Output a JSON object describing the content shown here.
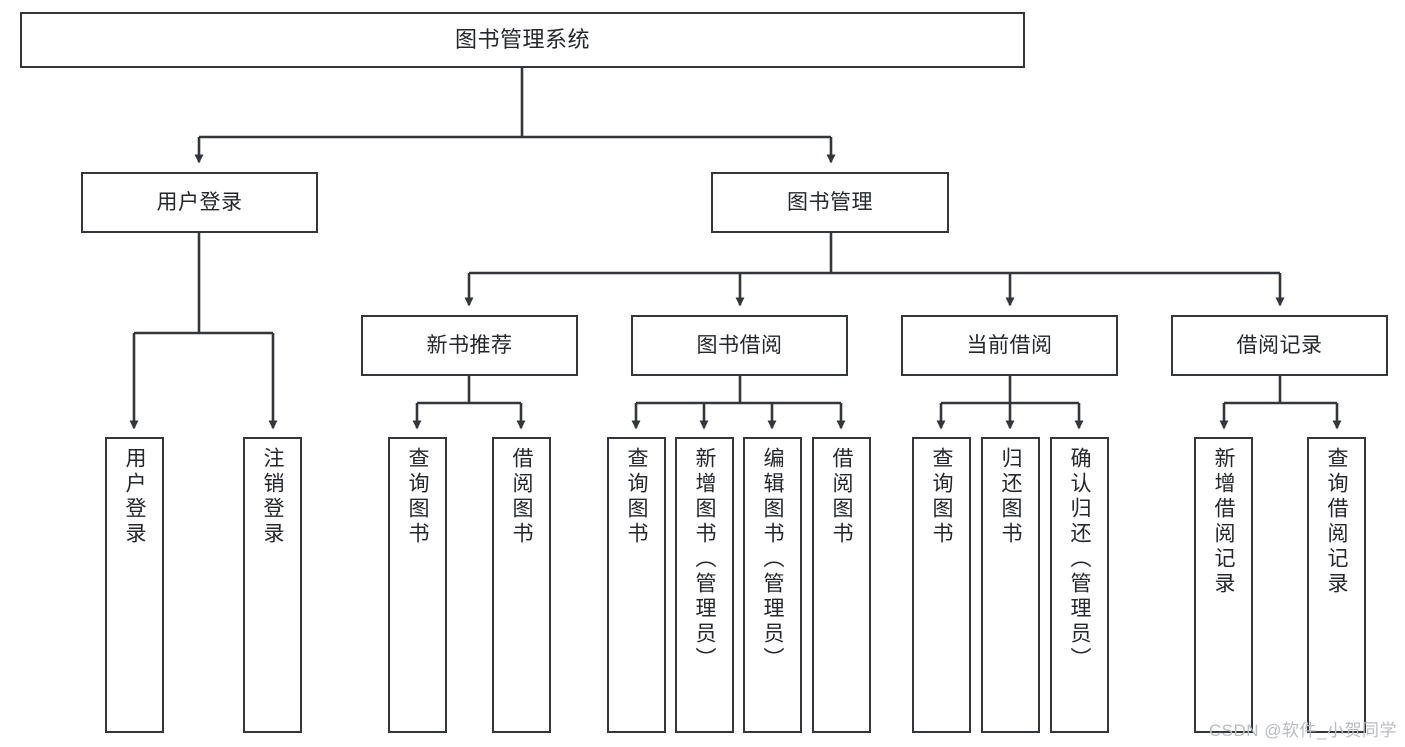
{
  "diagram": {
    "title": "图书管理系统",
    "watermark": "CSDN @软件_小贺同学",
    "colors": {
      "stroke": "#33373b",
      "fill": "#ffffff",
      "text": "#24282c",
      "watermark": "#b9bcc0"
    },
    "root": {
      "label": "图书管理系统"
    },
    "level2": [
      {
        "label": "用户登录"
      },
      {
        "label": "图书管理"
      }
    ],
    "level3": [
      {
        "label": "新书推荐"
      },
      {
        "label": "图书借阅"
      },
      {
        "label": "当前借阅"
      },
      {
        "label": "借阅记录"
      }
    ],
    "leaves": {
      "user_login": [
        {
          "label": "用户登录"
        },
        {
          "label": "注销登录"
        }
      ],
      "new_book_recommend": [
        {
          "label": "查询图书"
        },
        {
          "label": "借阅图书"
        }
      ],
      "book_borrow": [
        {
          "label": "查询图书"
        },
        {
          "label": "新增图书（管理员）"
        },
        {
          "label": "编辑图书（管理员）"
        },
        {
          "label": "借阅图书"
        }
      ],
      "current_borrow": [
        {
          "label": "查询图书"
        },
        {
          "label": "归还图书"
        },
        {
          "label": "确认归还（管理员）"
        }
      ],
      "borrow_record": [
        {
          "label": "新增借阅记录"
        },
        {
          "label": "查询借阅记录"
        }
      ]
    }
  }
}
